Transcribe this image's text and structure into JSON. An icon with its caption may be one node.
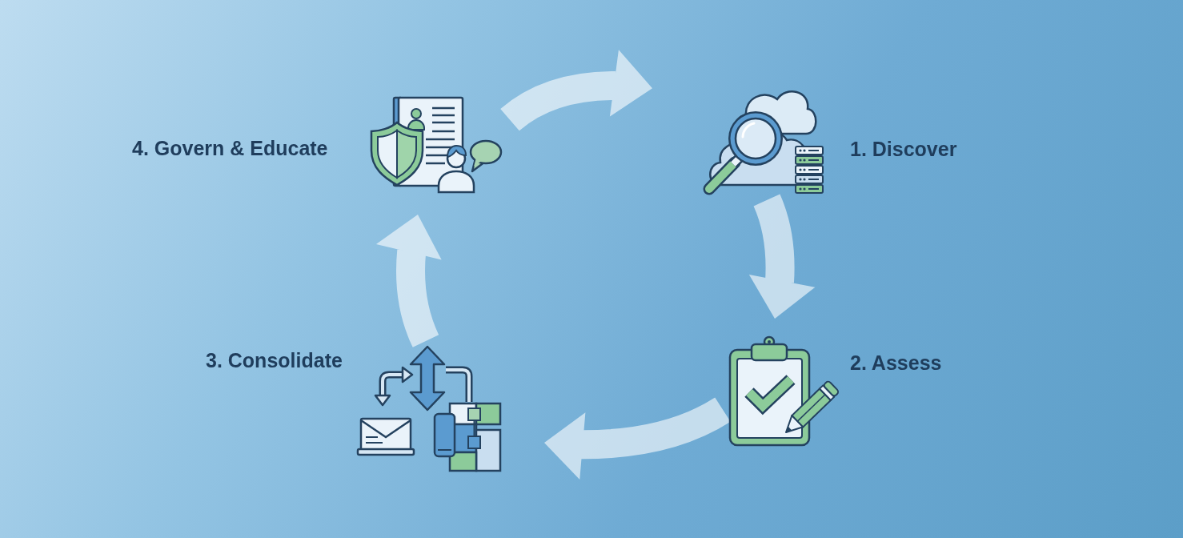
{
  "diagram": {
    "nodes": [
      {
        "text": [
          "1. Discover"
        ]
      },
      {
        "text": [
          "2. Assess"
        ]
      },
      {
        "text": [
          "3. Consolidate"
        ]
      },
      {
        "text": [
          "4. Govern & Educate"
        ]
      }
    ],
    "edges": [
      {
        "from": 3,
        "to": 0,
        "arrow": "to"
      },
      {
        "from": 0,
        "to": 1,
        "arrow": "to"
      },
      {
        "from": 1,
        "to": 2,
        "arrow": "to"
      },
      {
        "from": 2,
        "to": 3,
        "arrow": "to"
      }
    ]
  }
}
